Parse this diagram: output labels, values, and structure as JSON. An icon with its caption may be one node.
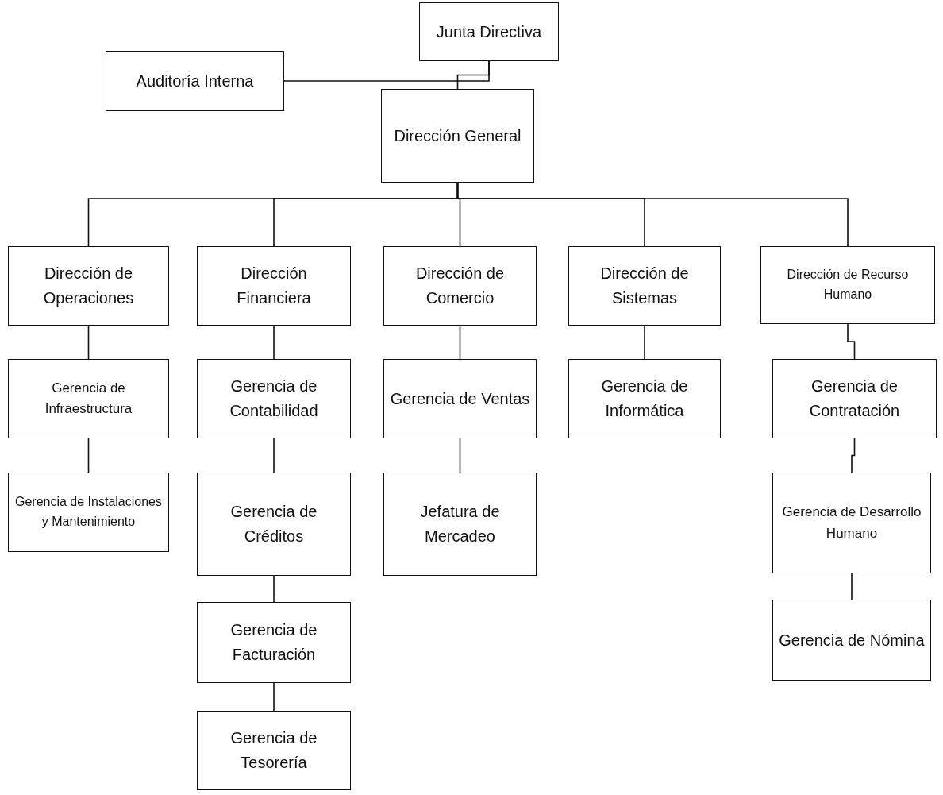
{
  "diagram": {
    "nodes": [
      {
        "text": [
          "Junta Directiva"
        ]
      },
      {
        "text": [
          "Auditoría Interna"
        ]
      },
      {
        "text": [
          "Dirección General"
        ]
      },
      {
        "text": [
          "Dirección de Operaciones"
        ]
      },
      {
        "text": [
          "Dirección Financiera"
        ]
      },
      {
        "text": [
          "Dirección de Comercio"
        ]
      },
      {
        "text": [
          "Dirección de Sistemas"
        ]
      },
      {
        "text": [
          "Dirección de Recurso Humano"
        ]
      },
      {
        "text": [
          "Gerencia de Infraestructura"
        ]
      },
      {
        "text": [
          "Gerencia de Contabilidad"
        ]
      },
      {
        "text": [
          "Gerencia de Ventas"
        ]
      },
      {
        "text": [
          "Gerencia de Informática"
        ]
      },
      {
        "text": [
          "Gerencia de Contratación"
        ]
      },
      {
        "text": [
          "Gerencia de Instalaciones y Mantenimiento"
        ]
      },
      {
        "text": [
          "Gerencia de Créditos"
        ]
      },
      {
        "text": [
          "Jefatura de Mercadeo"
        ]
      },
      {
        "text": [
          "Gerencia de Desarrollo Humano"
        ]
      },
      {
        "text": [
          "Gerencia de Facturación"
        ]
      },
      {
        "text": [
          "Gerencia de Tesorería"
        ]
      },
      {
        "text": [
          "Gerencia de Nómina"
        ]
      }
    ],
    "edges": [
      {
        "from": 0,
        "to": 2,
        "arrow": "none"
      },
      {
        "from": 0,
        "to": 1,
        "arrow": "none"
      },
      {
        "from": 2,
        "to": 3,
        "arrow": "none"
      },
      {
        "from": 2,
        "to": 4,
        "arrow": "none"
      },
      {
        "from": 2,
        "to": 5,
        "arrow": "none"
      },
      {
        "from": 2,
        "to": 6,
        "arrow": "none"
      },
      {
        "from": 2,
        "to": 7,
        "arrow": "none"
      },
      {
        "from": 3,
        "to": 8,
        "arrow": "none"
      },
      {
        "from": 8,
        "to": 13,
        "arrow": "none"
      },
      {
        "from": 4,
        "to": 9,
        "arrow": "none"
      },
      {
        "from": 9,
        "to": 14,
        "arrow": "none"
      },
      {
        "from": 14,
        "to": 17,
        "arrow": "none"
      },
      {
        "from": 17,
        "to": 18,
        "arrow": "none"
      },
      {
        "from": 5,
        "to": 10,
        "arrow": "none"
      },
      {
        "from": 10,
        "to": 15,
        "arrow": "none"
      },
      {
        "from": 6,
        "to": 11,
        "arrow": "none"
      },
      {
        "from": 7,
        "to": 12,
        "arrow": "none"
      },
      {
        "from": 12,
        "to": 16,
        "arrow": "none"
      },
      {
        "from": 16,
        "to": 19,
        "arrow": "none"
      }
    ]
  }
}
